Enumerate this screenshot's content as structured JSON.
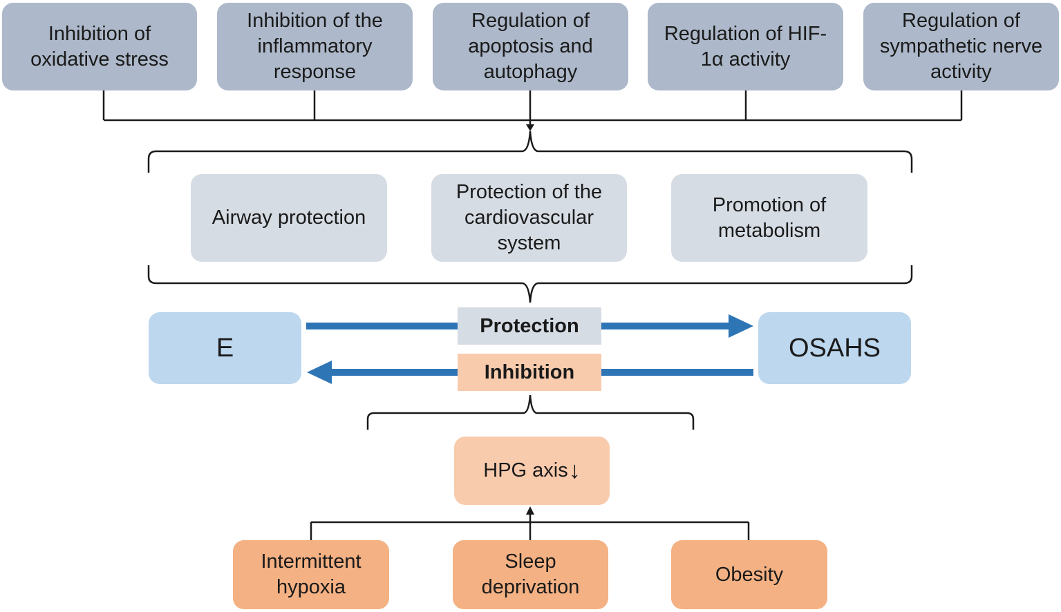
{
  "mechanisms": [
    "Inhibition of oxidative stress",
    "Inhibition of the inflammatory response",
    "Regulation of apoptosis and autophagy",
    "Regulation of HIF-1α activity",
    "Regulation of sympathetic nerve activity"
  ],
  "effects": [
    "Airway protection",
    "Protection of the cardiovascular system",
    "Promotion of metabolism"
  ],
  "nodes": {
    "left": "E",
    "right": "OSAHS"
  },
  "relations": {
    "protection": "Protection",
    "inhibition": "Inhibition"
  },
  "hpg": {
    "label": "HPG axis",
    "arrow": "↓"
  },
  "causes": [
    "Intermittent hypoxia",
    "Sleep deprivation",
    "Obesity"
  ],
  "colors": {
    "mechanism_box": "#adb9ca",
    "effect_box": "#d6dce4",
    "node_box": "#bdd7ee",
    "hpg_box": "#f8cbad",
    "cause_box": "#f4b183",
    "arrow": "#2e75b6",
    "line": "#1a1a1a"
  }
}
